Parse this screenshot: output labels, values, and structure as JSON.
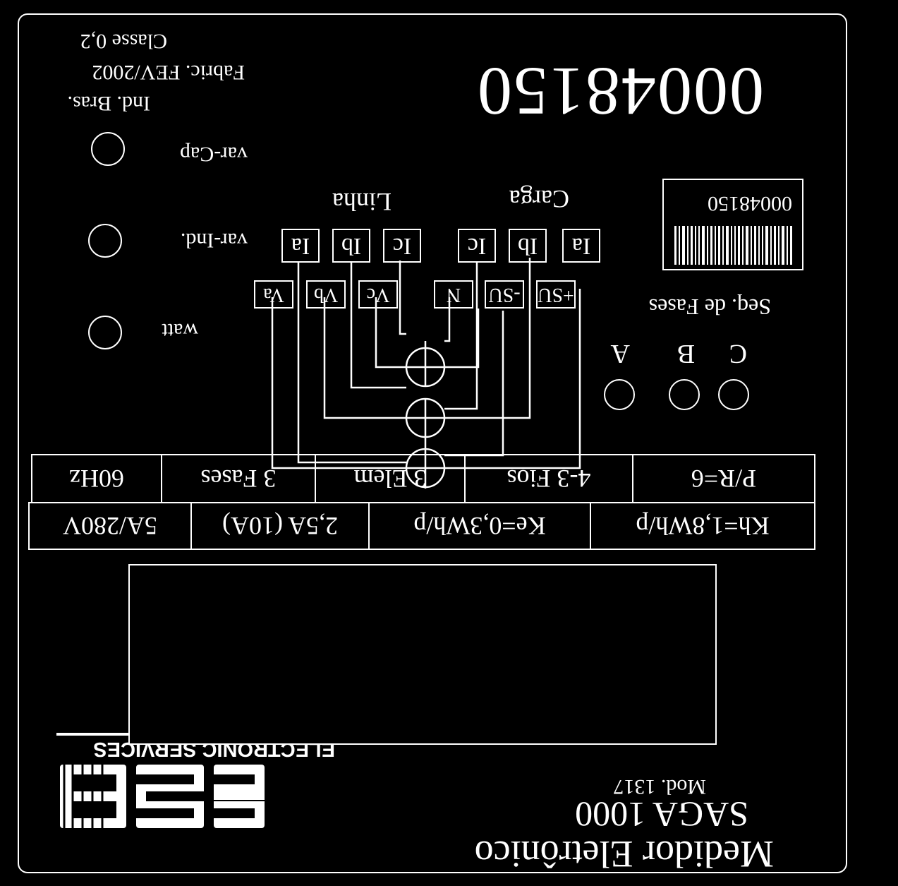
{
  "header": {
    "meter_type": "Medidor Eletrônico",
    "model_name": "SAGA 1000",
    "model_code": "Mod. 1317"
  },
  "brand": {
    "company": "ELECTRONIC SERVICES",
    "logo_text": "ESB"
  },
  "specs": {
    "row1": [
      "Kh=1,8Wh/p",
      "Ke=0,3Wh/p",
      "2,5A (10A)",
      "5A/280V"
    ],
    "row2": [
      "P/R=6",
      "4-3 Fios",
      "3 Elem",
      "3 Fases",
      "60Hz"
    ]
  },
  "phase_sequence": {
    "title": "Seq. de Fases",
    "phases": [
      "C",
      "B",
      "A"
    ]
  },
  "indicators": [
    {
      "label": "watt"
    },
    {
      "label": "var-Ind."
    },
    {
      "label": "var-Cap"
    }
  ],
  "barcode_label": {
    "number": "00048150"
  },
  "wiring": {
    "load_label": "Carga",
    "line_label": "Linha",
    "voltage_terminals": [
      "+SU",
      "-SU",
      "N",
      "Vc",
      "Vb",
      "Va"
    ],
    "current_terminals_load": [
      "Ia",
      "Ib",
      "Ic"
    ],
    "current_terminals_line": [
      "Ic",
      "Ib",
      "Ia"
    ]
  },
  "serial_number": "00048150",
  "manufacture": {
    "origin": "Ind. Bras.",
    "date": "Fabric. FEV/2002",
    "accuracy_class": "Classe 0,2"
  }
}
